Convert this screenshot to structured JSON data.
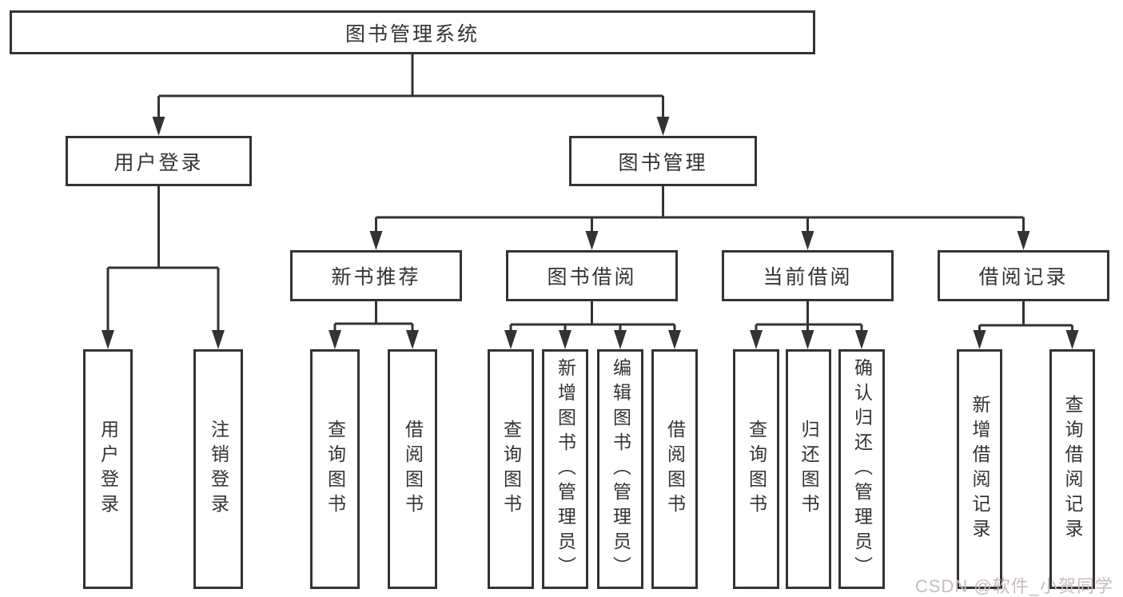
{
  "diagram": {
    "root": {
      "label": "图书管理系统"
    },
    "level2": [
      {
        "label": "用户登录"
      },
      {
        "label": "图书管理"
      }
    ],
    "level3": [
      {
        "label": "新书推荐"
      },
      {
        "label": "图书借阅"
      },
      {
        "label": "当前借阅"
      },
      {
        "label": "借阅记录"
      }
    ],
    "leaves": {
      "user_login": [
        "用户登录",
        "注销登录"
      ],
      "new_book": [
        "查询图书",
        "借阅图书"
      ],
      "borrow": [
        "查询图书",
        "新增图书（管理员）",
        "编辑图书（管理员）",
        "借阅图书"
      ],
      "current": [
        "查询图书",
        "归还图书",
        "确认归还（管理员）"
      ],
      "records": [
        "新增借阅记录",
        "查询借阅记录"
      ]
    }
  },
  "watermark": {
    "text": "CSDN @软件_小贺同学",
    "color": "#c8bcbc"
  },
  "colors": {
    "line": "#333333",
    "box_border": "#333333",
    "text": "#333333",
    "background": "#ffffff"
  }
}
